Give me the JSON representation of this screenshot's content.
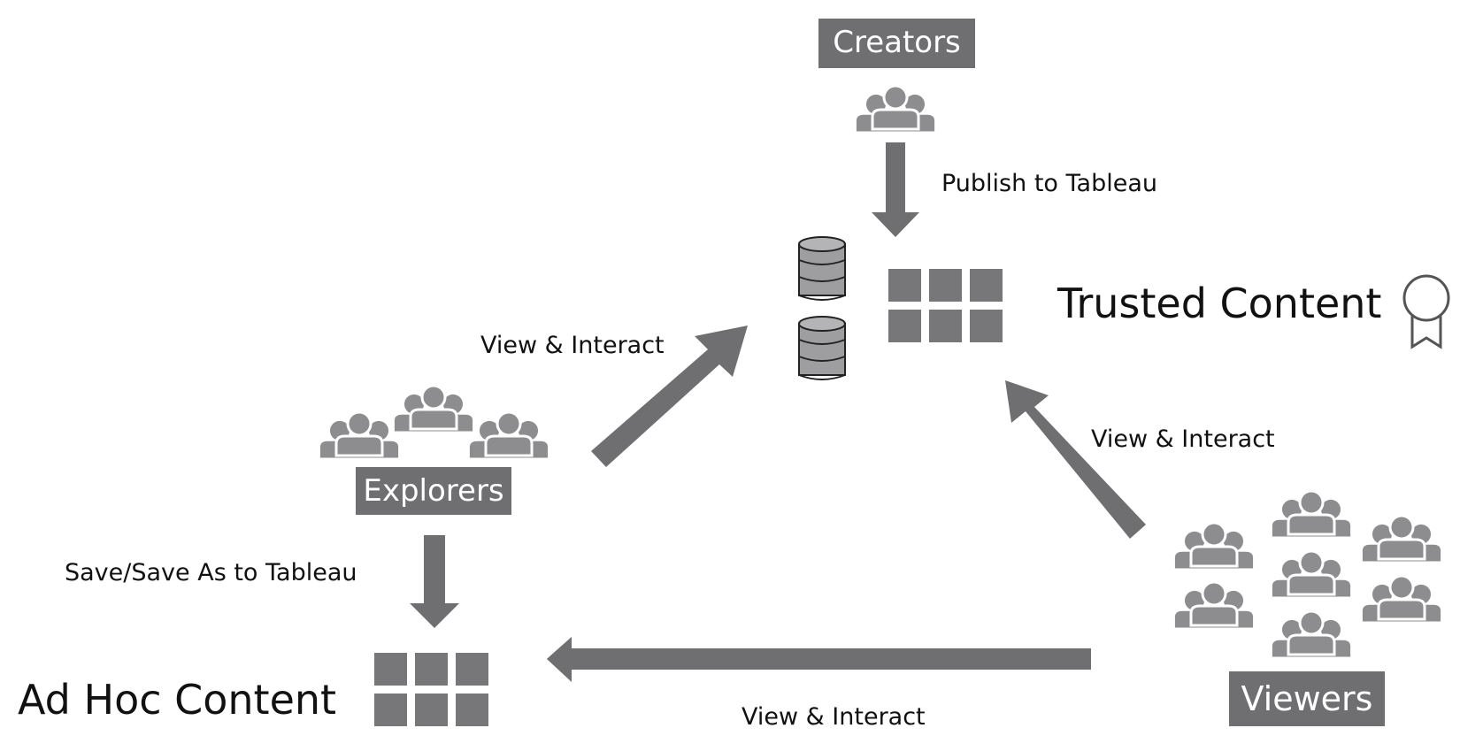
{
  "nodes": {
    "creators": "Creators",
    "explorers": "Explorers",
    "viewers": "Viewers"
  },
  "content": {
    "trusted": "Trusted Content",
    "adhoc": "Ad Hoc Content"
  },
  "edges": {
    "publish": "Publish to Tableau",
    "explorers_view": "View & Interact",
    "viewers_view_trusted": "View & Interact",
    "viewers_view_adhoc": "View & Interact",
    "save": "Save/Save As to Tableau"
  },
  "colors": {
    "gray": "#6f6f71",
    "people": "#8d8d8f",
    "tiles": "#77777a",
    "db": "#9e9ea0"
  },
  "icons": [
    "people-group-icon",
    "database-icon",
    "content-grid-icon",
    "award-ribbon-icon",
    "arrow-icon"
  ]
}
